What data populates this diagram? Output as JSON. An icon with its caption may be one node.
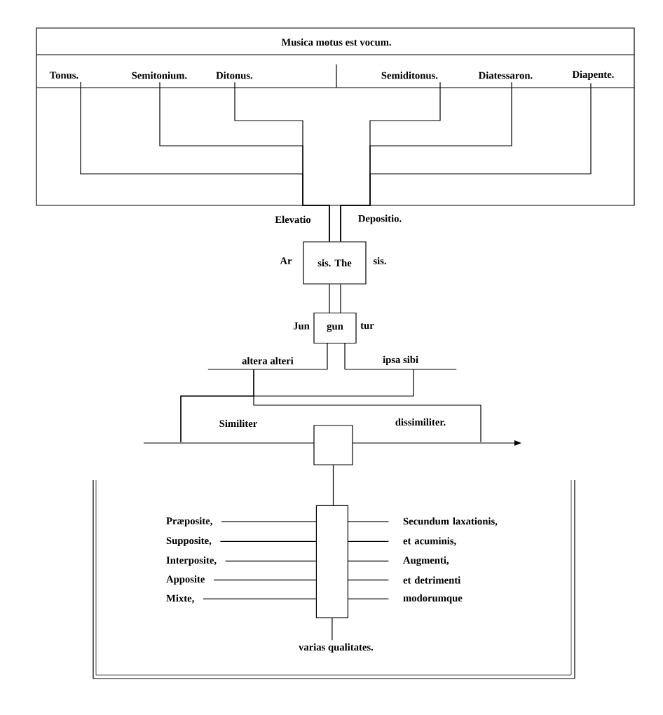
{
  "diagram": {
    "nodes": [
      {
        "text": [
          "Musica motus est vocum."
        ]
      },
      {
        "text": [
          "Tonus."
        ],
        "in": 0
      },
      {
        "text": [
          "Semitonium."
        ],
        "in": 0
      },
      {
        "text": [
          "Ditonus."
        ],
        "in": 0
      },
      {
        "text": [
          "Semiditonus."
        ],
        "in": 0
      },
      {
        "text": [
          "Diatessaron."
        ],
        "in": 0
      },
      {
        "text": [
          "Diapente."
        ],
        "in": 0
      },
      {
        "text": [
          "sis. The"
        ],
        "beside": [
          "Ar",
          "sis."
        ]
      },
      {
        "text": [
          "gun"
        ],
        "beside": [
          "Jun",
          "tur"
        ]
      },
      {
        "text": [
          "altera alteri"
        ]
      },
      {
        "text": [
          "ipsa sibi"
        ]
      },
      {
        "text": [],
        "shape": "bar"
      },
      {
        "text": [],
        "shape": "box"
      },
      {
        "text": [],
        "shape": "box"
      },
      {
        "text": [],
        "shape": "box",
        "in": 13
      },
      {
        "text": [
          "varias qualitates."
        ],
        "in": 13
      },
      {
        "text": [
          "Præposite,"
        ],
        "in": 13
      },
      {
        "text": [
          "Supposite,"
        ],
        "in": 13
      },
      {
        "text": [
          "Interposite,"
        ],
        "in": 13
      },
      {
        "text": [
          "Apposite"
        ],
        "in": 13
      },
      {
        "text": [
          "Mixte,"
        ],
        "in": 13
      },
      {
        "text": [
          "Secundum laxationis,"
        ],
        "in": 13
      },
      {
        "text": [
          "et acuminis,"
        ],
        "in": 13
      },
      {
        "text": [
          "Augmenti,"
        ],
        "in": 13
      },
      {
        "text": [
          "et detrimenti"
        ],
        "in": 13
      },
      {
        "text": [
          "modorumque"
        ],
        "in": 13
      }
    ],
    "edges": [
      {
        "from": 1,
        "to": 7,
        "arrow": "none"
      },
      {
        "from": 2,
        "to": 7,
        "arrow": "none"
      },
      {
        "from": 3,
        "to": 7,
        "arrow": "none"
      },
      {
        "from": 4,
        "to": 7,
        "arrow": "none"
      },
      {
        "from": 5,
        "to": 7,
        "arrow": "none"
      },
      {
        "from": 6,
        "to": 7,
        "arrow": "none"
      },
      {
        "from": 7,
        "to": 8,
        "arrow": "none"
      },
      {
        "from": 7,
        "to": 8,
        "arrow": "none"
      },
      {
        "from": 8,
        "to": 9,
        "arrow": "none"
      },
      {
        "from": 8,
        "to": 10,
        "arrow": "none"
      },
      {
        "from": 9,
        "to": 11,
        "arrow": "none"
      },
      {
        "from": 10,
        "to": 11,
        "arrow": "none"
      },
      {
        "from": 9,
        "to": 11,
        "arrow": "none"
      },
      {
        "from": 12,
        "to": 14,
        "arrow": "none"
      },
      {
        "from": 16,
        "to": 14,
        "arrow": "none"
      },
      {
        "from": 17,
        "to": 14,
        "arrow": "none"
      },
      {
        "from": 18,
        "to": 14,
        "arrow": "none"
      },
      {
        "from": 19,
        "to": 14,
        "arrow": "none"
      },
      {
        "from": 20,
        "to": 14,
        "arrow": "none"
      },
      {
        "from": 14,
        "to": 21,
        "arrow": "none"
      },
      {
        "from": 14,
        "to": 22,
        "arrow": "none"
      },
      {
        "from": 14,
        "to": 23,
        "arrow": "none"
      },
      {
        "from": 14,
        "to": 24,
        "arrow": "none"
      },
      {
        "from": 14,
        "to": 25,
        "arrow": "none"
      },
      {
        "from": 14,
        "to": 15,
        "arrow": "none"
      }
    ],
    "labels": [
      "Elevatio",
      "Depositio.",
      "Similiter",
      "dissimiliter."
    ]
  }
}
